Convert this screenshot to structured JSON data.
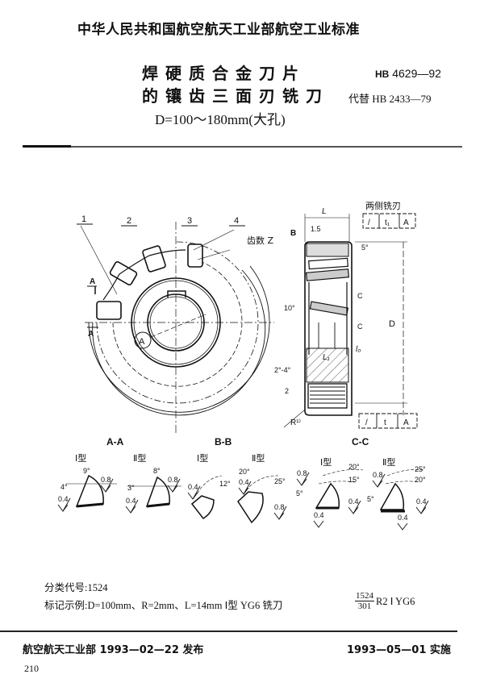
{
  "header": {
    "organization_standard": "中华人民共和国航空航天工业部航空工业标准",
    "title_line1": "焊硬质合金刀片",
    "title_line2": "的镶齿三面刃铣刀",
    "title_line3": "D=100～180mm(大孔)",
    "standard_prefix": "HB",
    "standard_number": "4629—92",
    "replaces": "代替 HB 2433—79"
  },
  "drawing": {
    "front_view": {
      "callouts": [
        "1",
        "2",
        "3",
        "4"
      ],
      "teeth_label": "齿数 Z",
      "section_marks": [
        "A",
        "A"
      ],
      "detail_circle": "A",
      "section_b_mark": "B"
    },
    "side_view": {
      "tolerance_title": "两侧铣刃",
      "tolerance_frame_top": [
        "/",
        "t₁",
        "A"
      ],
      "tolerance_frame_bottom": [
        "/",
        "t",
        "A"
      ],
      "dimensions": {
        "L": "L",
        "chamfer": "1.5",
        "angle_top": "5°",
        "angle_side": "10°",
        "section_c1": "C",
        "section_c2": "C",
        "D": "D",
        "l0": "l₀",
        "L1": "L₁",
        "angle_taper": "2°-4°",
        "step": "2",
        "radius": "R¹⁾"
      }
    },
    "sections": [
      {
        "label": "A-A",
        "types": [
          {
            "type": "Ⅰ型",
            "angle_main": "9°",
            "angle_side": "4°",
            "roughness_top": "0.8",
            "roughness_bottom": "0.4"
          },
          {
            "type": "Ⅱ型",
            "angle_main": "8°",
            "angle_side": "3°",
            "roughness_top": "0.8",
            "roughness_bottom": "0.4"
          }
        ]
      },
      {
        "label": "B-B",
        "types": [
          {
            "type": "Ⅰ型",
            "angle_main": "12°",
            "roughness_top": "0.4"
          },
          {
            "type": "Ⅱ型",
            "angle_main": "25°",
            "angle_side": "20°",
            "roughness_top": "0.4",
            "roughness_bottom": "0.8"
          }
        ]
      },
      {
        "label": "C-C",
        "types": [
          {
            "type": "Ⅰ型",
            "angle_outer": "20°",
            "angle_inner": "15°",
            "angle_side": "5°",
            "roughness_top": "0.8",
            "roughness_right": "0.4",
            "roughness_bottom": "0.4"
          },
          {
            "type": "Ⅱ型",
            "angle_outer": "25°",
            "angle_inner": "20°",
            "angle_side": "5°",
            "roughness_top": "0.8",
            "roughness_right": "0.4",
            "roughness_bottom": "0.4"
          }
        ]
      }
    ]
  },
  "notes": {
    "classification": "分类代号:1524",
    "marking_example": "标记示例:D=100mm、R=2mm、L=14mm Ⅰ型 YG6 铣刀",
    "marking_code_numerator": "1524",
    "marking_code_denominator": "301",
    "marking_code_suffix": "R2 Ⅰ YG6"
  },
  "footer": {
    "issued": "航空航天工业部 1993—02—22 发布",
    "effective": "1993—05—01 实施",
    "page_number": "210"
  }
}
